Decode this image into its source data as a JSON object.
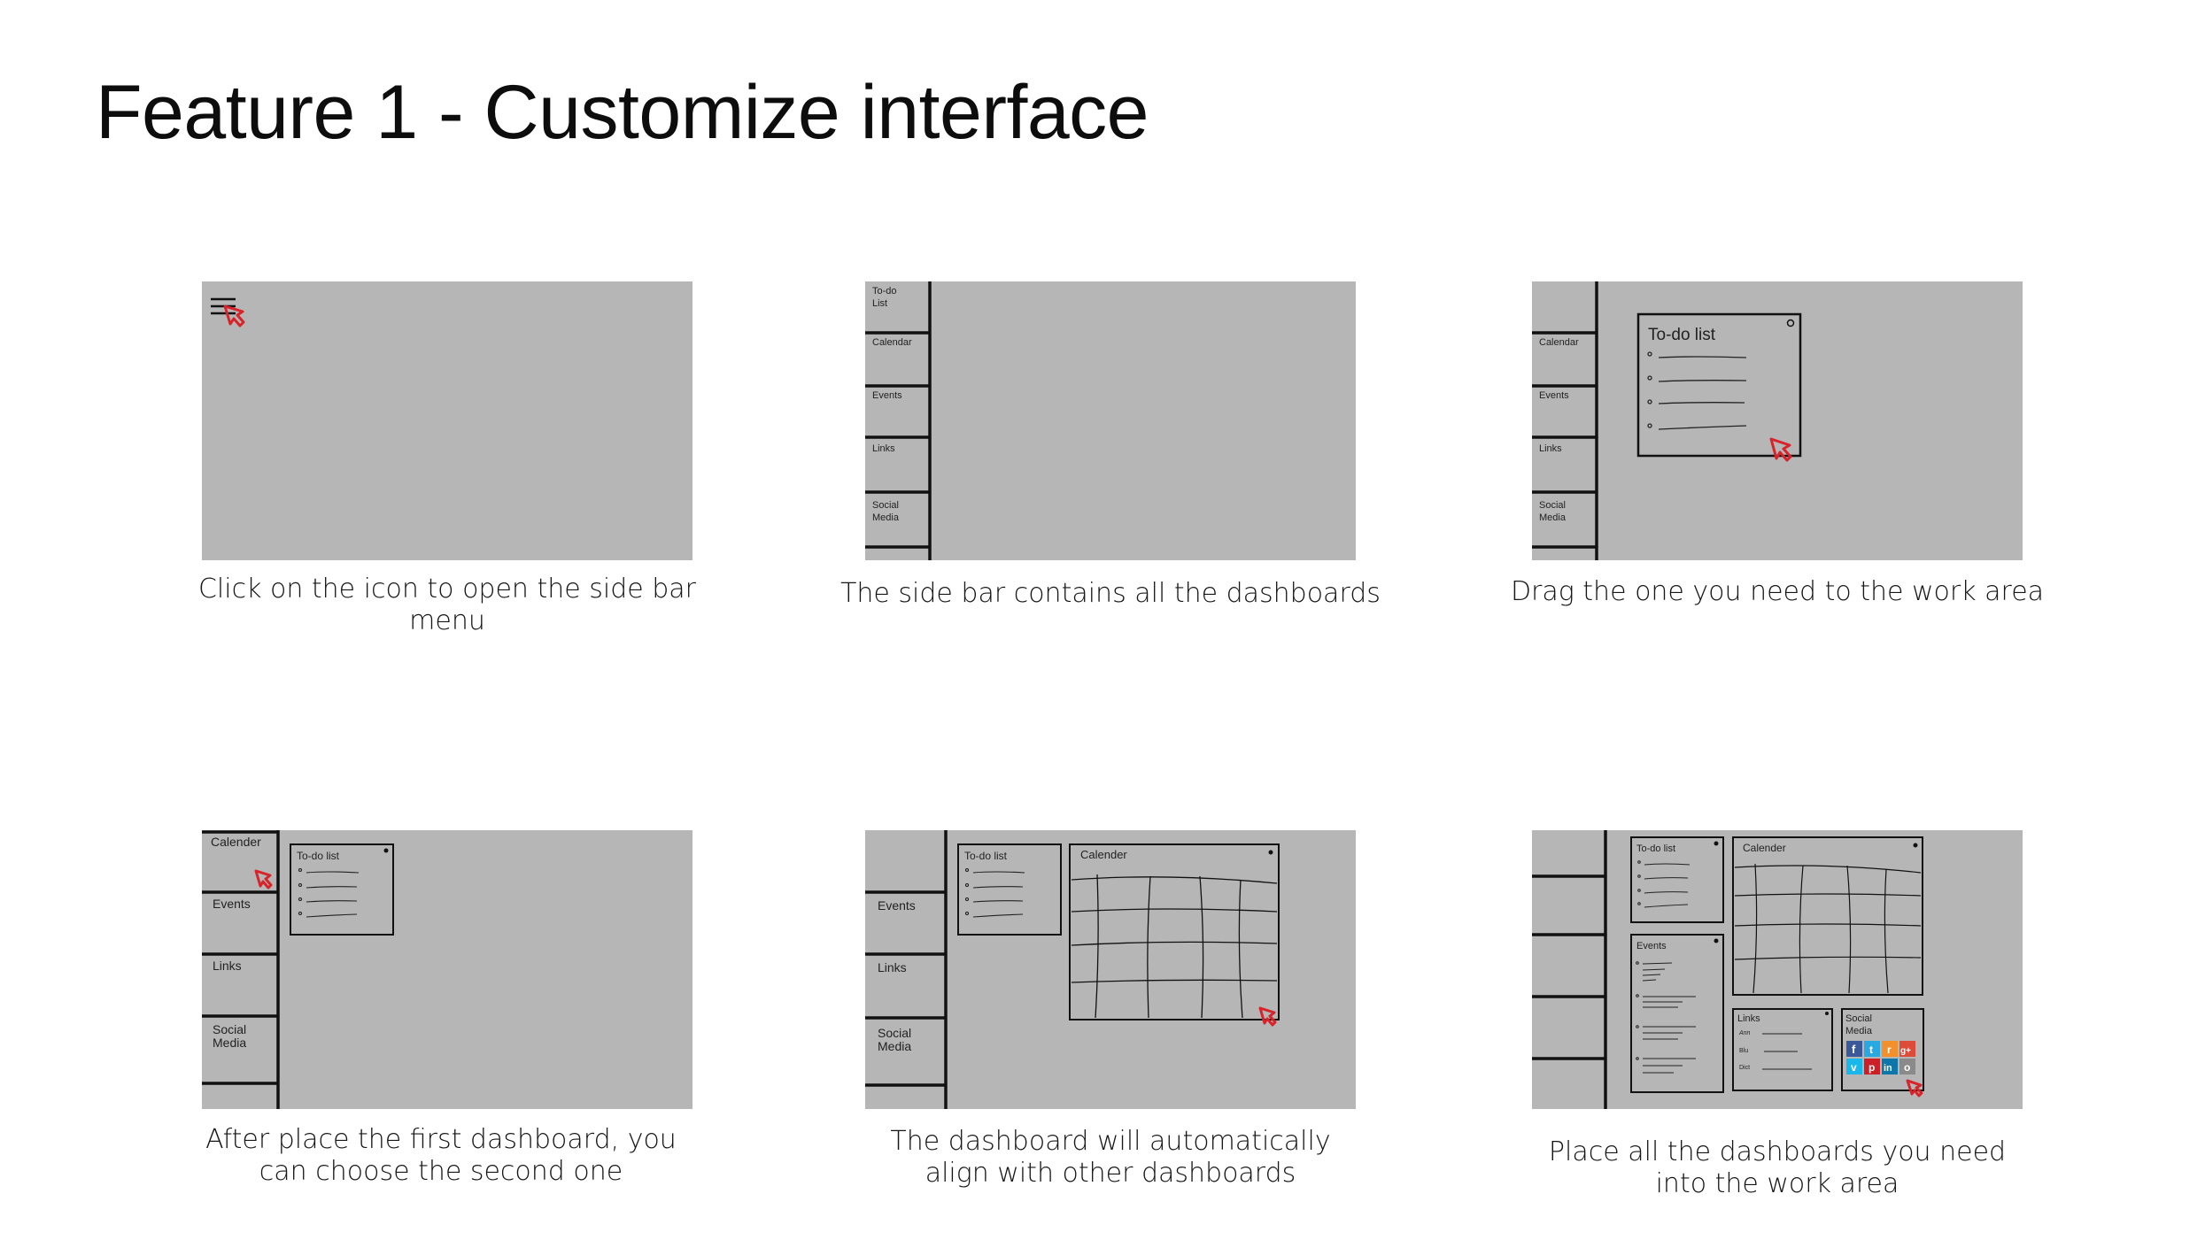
{
  "title": "Feature 1 - Customize interface",
  "colors": {
    "panel": "#b6b6b6",
    "line": "#111111",
    "cursor": "#d8232a"
  },
  "panels": [
    {
      "caption": [
        "Click on the icon to open the side bar menu"
      ]
    },
    {
      "sidebar": [
        "To-do",
        "List",
        "Calendar",
        "Events",
        "Links",
        "Social",
        "Media"
      ],
      "caption": [
        "The side bar contains all the dashboards"
      ]
    },
    {
      "sidebar": [
        "Calendar",
        "Events",
        "Links",
        "Social",
        "Media"
      ],
      "widget_title": "To-do list",
      "caption": [
        "Drag the one you need to the work area"
      ]
    },
    {
      "sidebar": [
        "Calender",
        "Events",
        "Links",
        "Social",
        "Media"
      ],
      "widget_title": "To-do list",
      "caption": [
        "After place the first dashboard, you",
        "can choose the second one"
      ]
    },
    {
      "sidebar": [
        "Events",
        "Links",
        "Social",
        "Media"
      ],
      "widgets": [
        "To-do list",
        "Calender"
      ],
      "caption": [
        "The dashboard will automatically",
        "align with other dashboards"
      ]
    },
    {
      "widgets": [
        "To-do list",
        "Calender",
        "Events",
        "Links",
        "Social",
        "Media"
      ],
      "link_items": [
        "Ann",
        "Blu",
        "Dict"
      ],
      "social_icons": [
        "f",
        "t",
        "r",
        "g+",
        "v",
        "p",
        "in",
        "o"
      ],
      "caption": [
        "Place all the dashboards you need",
        "into the work area"
      ]
    }
  ]
}
